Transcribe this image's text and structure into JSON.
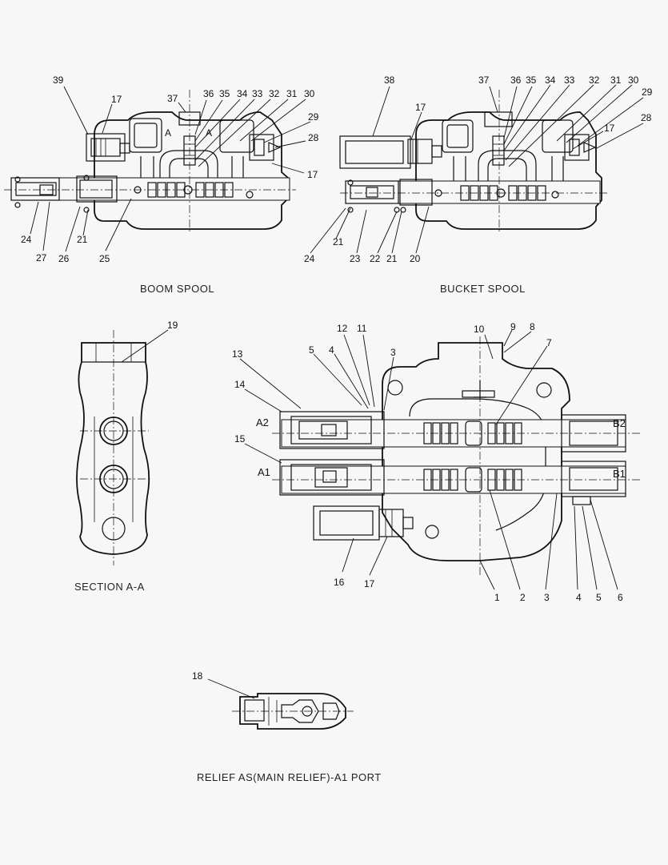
{
  "captions": {
    "boom": "BOOM SPOOL",
    "bucket": "BUCKET SPOOL",
    "section": "SECTION A-A",
    "relief": "RELIEF AS(MAIN RELIEF)-A1 PORT"
  },
  "section_marks": {
    "a1": "A",
    "a2": "A"
  },
  "port_labels": {
    "a2": "A2",
    "a1": "A1",
    "b2": "B2",
    "b1": "B1"
  },
  "boom_callouts": {
    "n39": "39",
    "n17a": "17",
    "n37": "37",
    "n36": "36",
    "n35": "35",
    "n34": "34",
    "n33": "33",
    "n32": "32",
    "n31": "31",
    "n30": "30",
    "n29": "29",
    "n28": "28",
    "n17b": "17",
    "n24": "24",
    "n27": "27",
    "n26": "26",
    "n21": "21",
    "n25": "25"
  },
  "bucket_callouts": {
    "n38": "38",
    "n17a": "17",
    "n37": "37",
    "n36": "36",
    "n35": "35",
    "n34": "34",
    "n33": "33",
    "n32": "32",
    "n31": "31",
    "n30": "30",
    "n29": "29",
    "n17b": "17",
    "n28": "28",
    "n21a": "21",
    "n24": "24",
    "n23": "23",
    "n22": "22",
    "n21b": "21",
    "n20": "20"
  },
  "section_callouts": {
    "n19": "19"
  },
  "main_callouts": {
    "n12": "12",
    "n11": "11",
    "n10": "10",
    "n9": "9",
    "n8": "8",
    "n13": "13",
    "n5a": "5",
    "n4a": "4",
    "n3a": "3",
    "n7": "7",
    "n14": "14",
    "n15": "15",
    "n16": "16",
    "n17": "17",
    "n1": "1",
    "n2": "2",
    "n3b": "3",
    "n4b": "4",
    "n5b": "5",
    "n6": "6"
  },
  "relief_callouts": {
    "n18": "18"
  }
}
